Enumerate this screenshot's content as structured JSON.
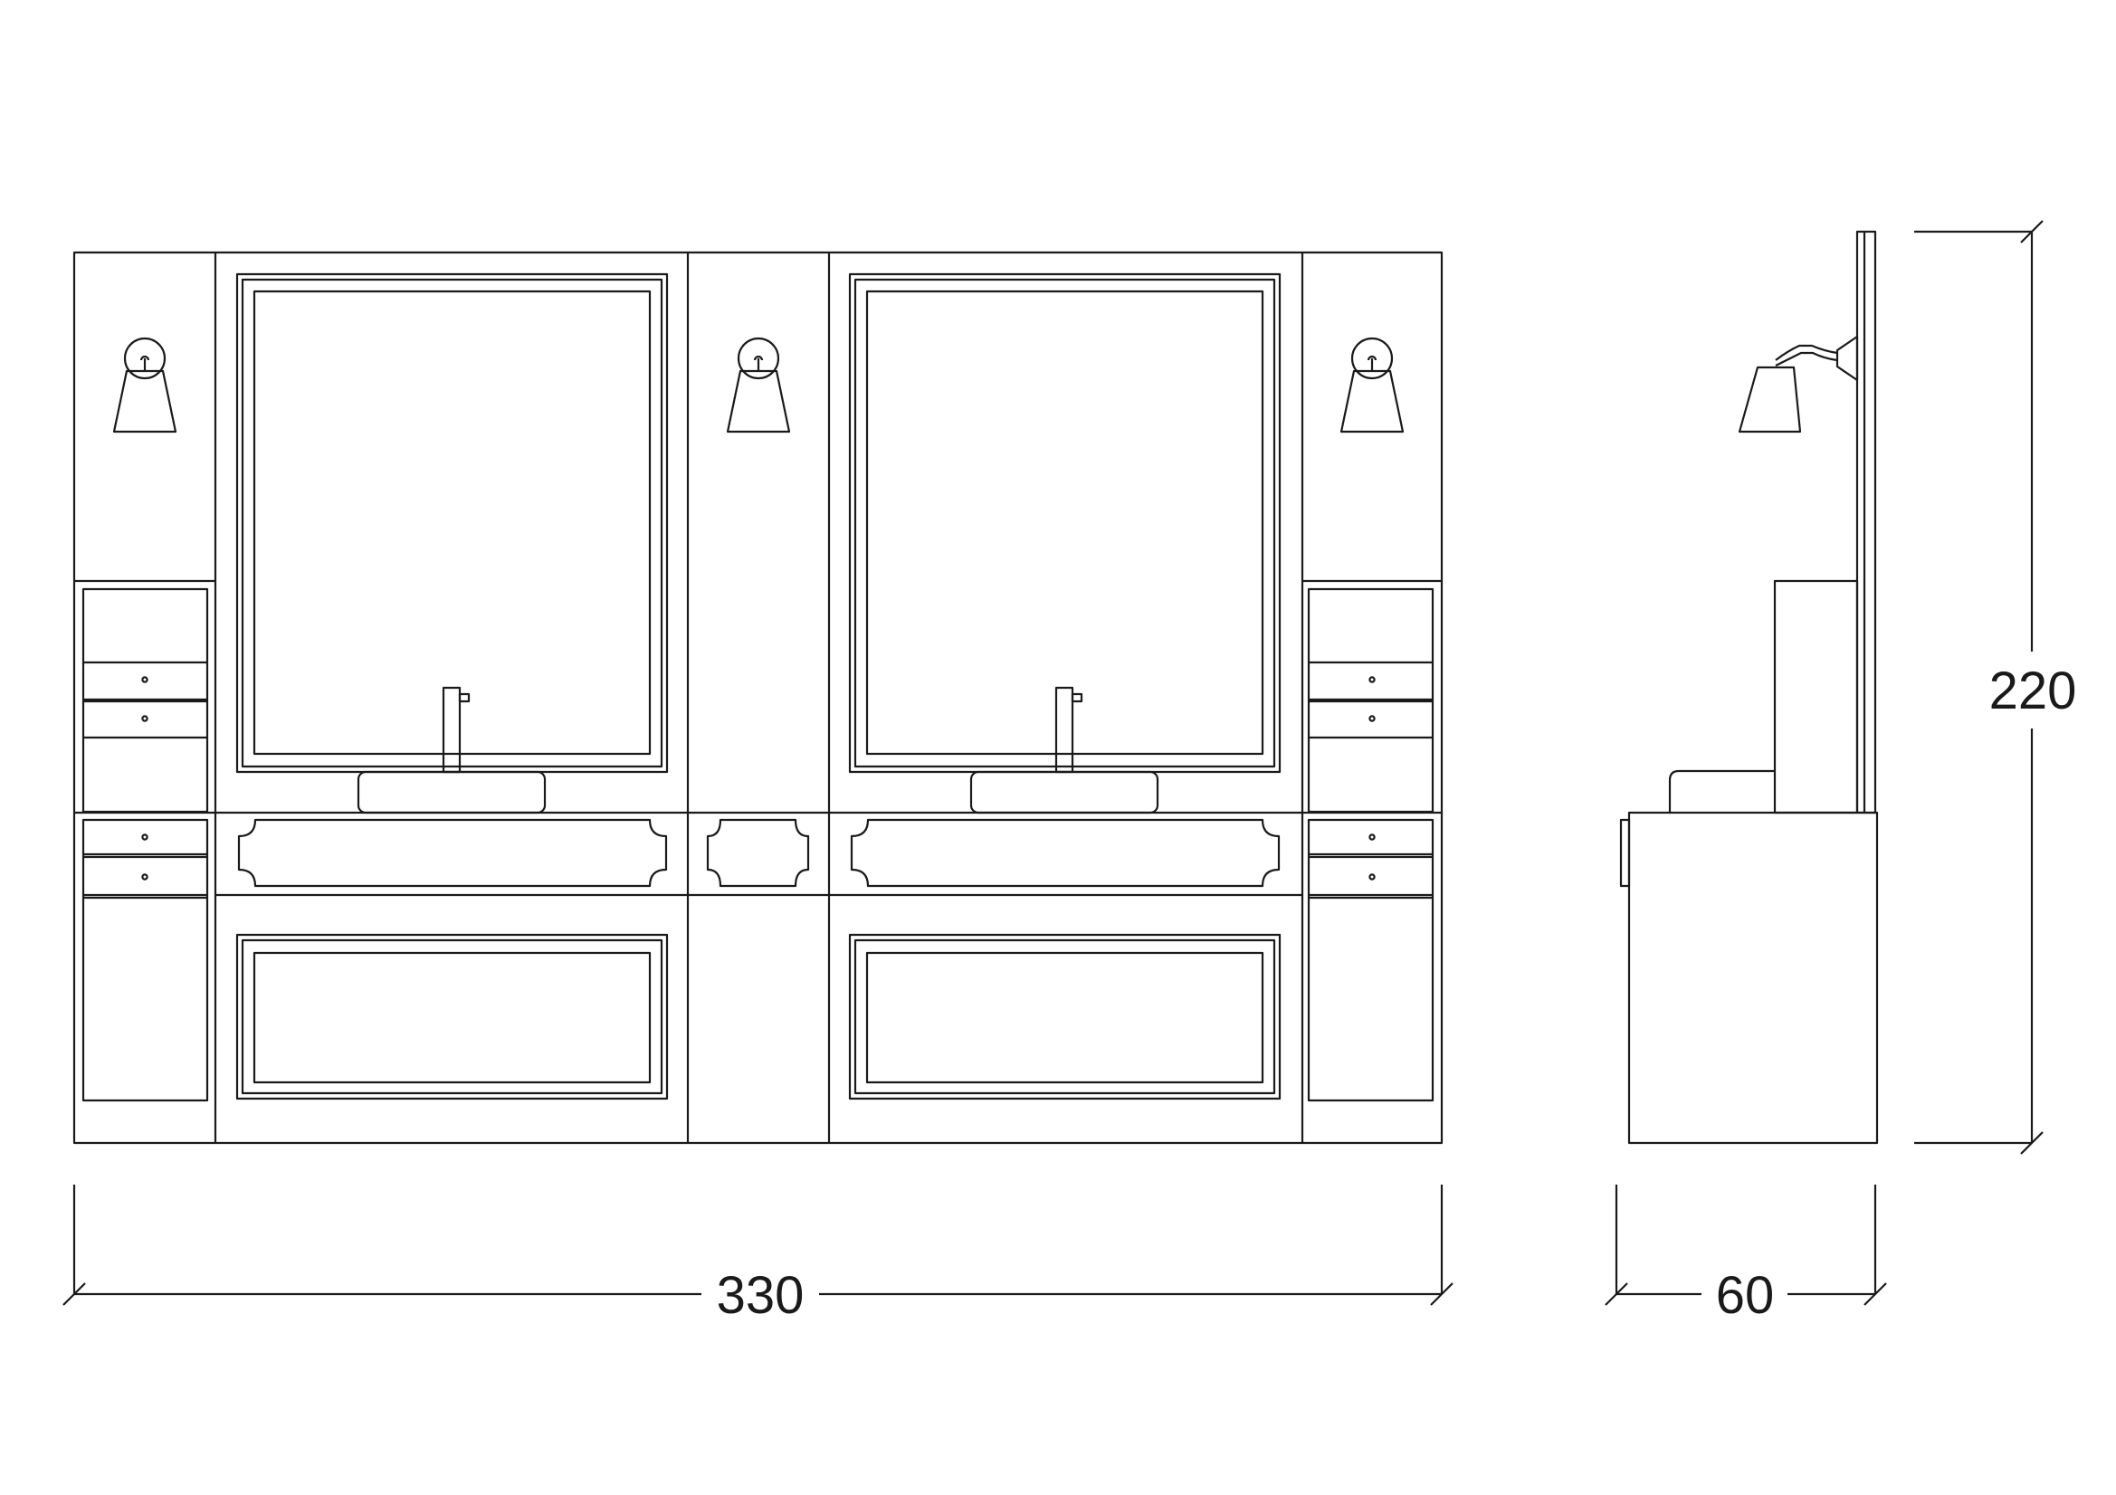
{
  "drawing": {
    "line_color": "#1a1a1a",
    "background": "#ffffff",
    "dimensions": {
      "width": "330",
      "depth": "60",
      "height": "220"
    }
  }
}
